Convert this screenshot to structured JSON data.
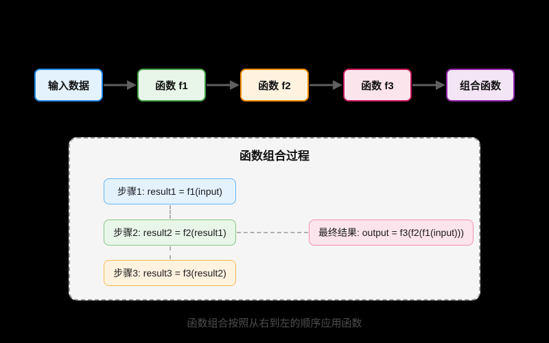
{
  "diagram": {
    "flow_nodes": [
      {
        "id": "input",
        "label": "输入数据",
        "fill": "#e3f2fd",
        "border": "#1e88e5"
      },
      {
        "id": "f1",
        "label": "函数 f1",
        "fill": "#e8f5e9",
        "border": "#43a047"
      },
      {
        "id": "f2",
        "label": "函数 f2",
        "fill": "#fff3e0",
        "border": "#fb8c00"
      },
      {
        "id": "f3",
        "label": "函数 f3",
        "fill": "#fce4ec",
        "border": "#c2185b"
      },
      {
        "id": "composed",
        "label": "组合函数",
        "fill": "#f3e5f5",
        "border": "#8e24aa"
      }
    ],
    "process_panel": {
      "title": "函数组合过程",
      "steps": [
        {
          "label": "步骤1: result1 = f1(input)",
          "fill": "#e3f2fd",
          "border": "#64b5f6"
        },
        {
          "label": "步骤2: result2 = f2(result1)",
          "fill": "#e8f5e9",
          "border": "#81c784"
        },
        {
          "label": "步骤3: result3 = f3(result2)",
          "fill": "#fff3e0",
          "border": "#ffb74d"
        }
      ],
      "result": {
        "label": "最终结果: output = f3(f2(f1(input)))",
        "fill": "#fce4ec",
        "border": "#f48fb1"
      }
    },
    "caption": "函数组合按照从右到左的顺序应用函数",
    "colors": {
      "background": "#000000",
      "arrow": "#5f5f5f",
      "panel_fill": "#f5f5f5",
      "panel_border": "#9e9e9e",
      "connector_dotted": "#b0b0b0"
    }
  }
}
